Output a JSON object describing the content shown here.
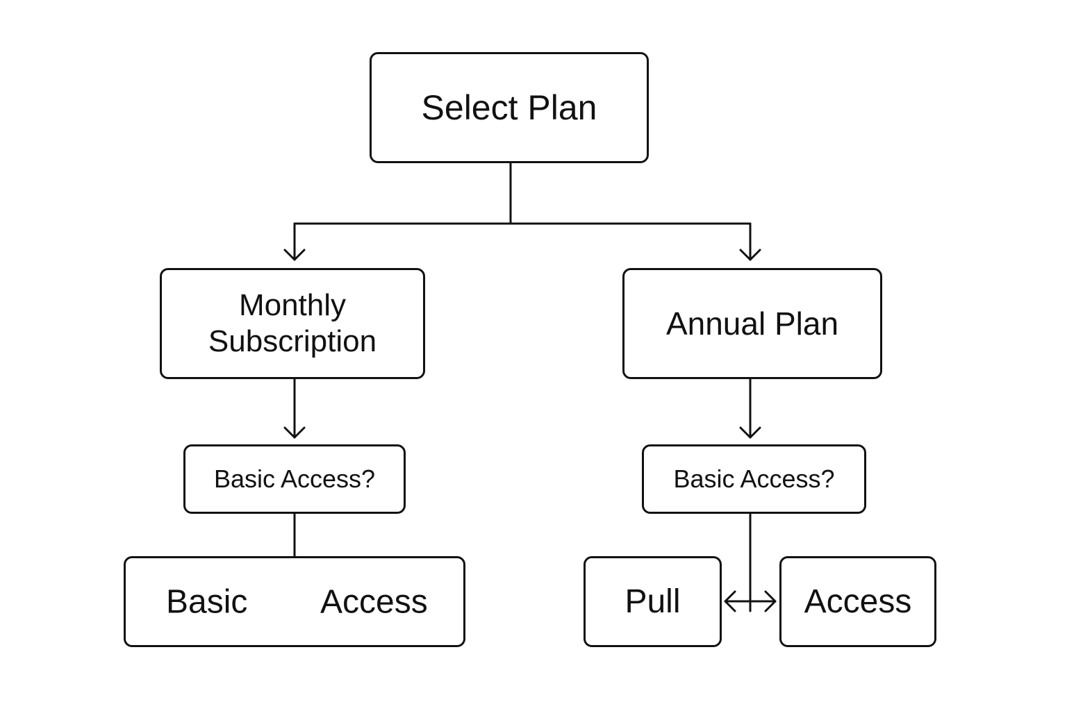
{
  "diagram": {
    "root": {
      "label": "Select Plan"
    },
    "monthly": {
      "line1": "Monthly",
      "line2": "Subscription"
    },
    "annual": {
      "label": "Annual Plan"
    },
    "monthly_question": {
      "label": "Basic Access?"
    },
    "annual_question": {
      "label": "Basic Access?"
    },
    "monthly_result": {
      "word1": "Basic",
      "word2": "Access"
    },
    "annual_result_left": {
      "label": "Pull"
    },
    "annual_result_right": {
      "label": "Access"
    }
  },
  "colors": {
    "line": "#111111",
    "background": "#ffffff"
  }
}
